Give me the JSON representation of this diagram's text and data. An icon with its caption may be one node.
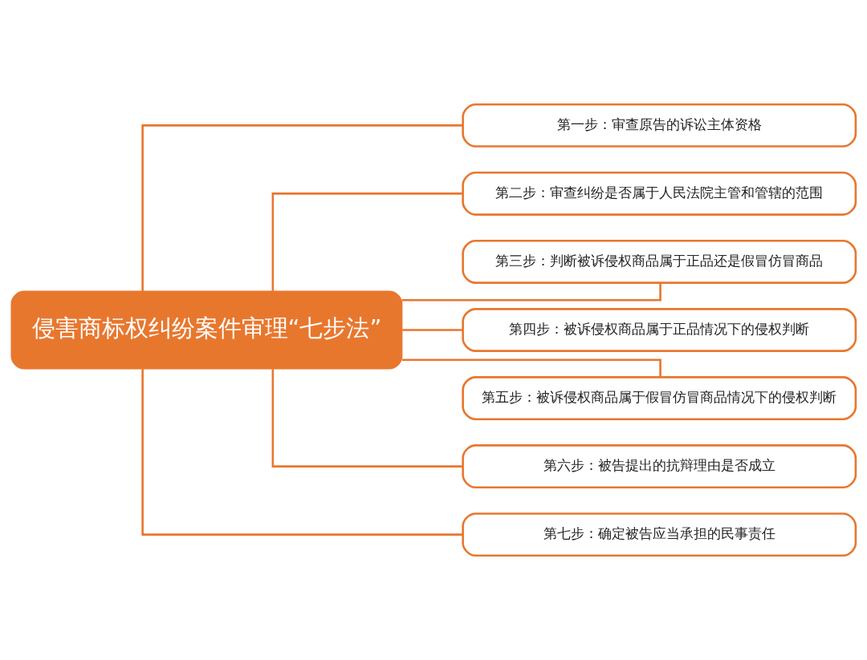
{
  "diagram": {
    "nodes": [
      {
        "text": [
          "侵害商标权纠纷案件审理“七步法”"
        ]
      },
      {
        "text": [
          "第一步：审查原告的诉讼主体资格"
        ]
      },
      {
        "text": [
          "第二步：审查纠纷是否属于人民法院主管和管辖的范围"
        ]
      },
      {
        "text": [
          "第三步：判断被诉侵权商品属于正品还是假冒仿冒商品"
        ]
      },
      {
        "text": [
          "第四步：被诉侵权商品属于正品情况下的侵权判断"
        ]
      },
      {
        "text": [
          "第五步：被诉侵权商品属于假冒仿冒商品情况下的侵权判断"
        ]
      },
      {
        "text": [
          "第六步：被告提出的抗辩理由是否成立"
        ]
      },
      {
        "text": [
          "第七步：确定被告应当承担的民事责任"
        ]
      }
    ],
    "edges": [
      {
        "from": 0,
        "to": 1,
        "arrow": "none"
      },
      {
        "from": 0,
        "to": 2,
        "arrow": "none"
      },
      {
        "from": 0,
        "to": 3,
        "arrow": "none"
      },
      {
        "from": 0,
        "to": 4,
        "arrow": "none"
      },
      {
        "from": 0,
        "to": 5,
        "arrow": "none"
      },
      {
        "from": 0,
        "to": 6,
        "arrow": "none"
      },
      {
        "from": 0,
        "to": 7,
        "arrow": "none"
      }
    ]
  }
}
